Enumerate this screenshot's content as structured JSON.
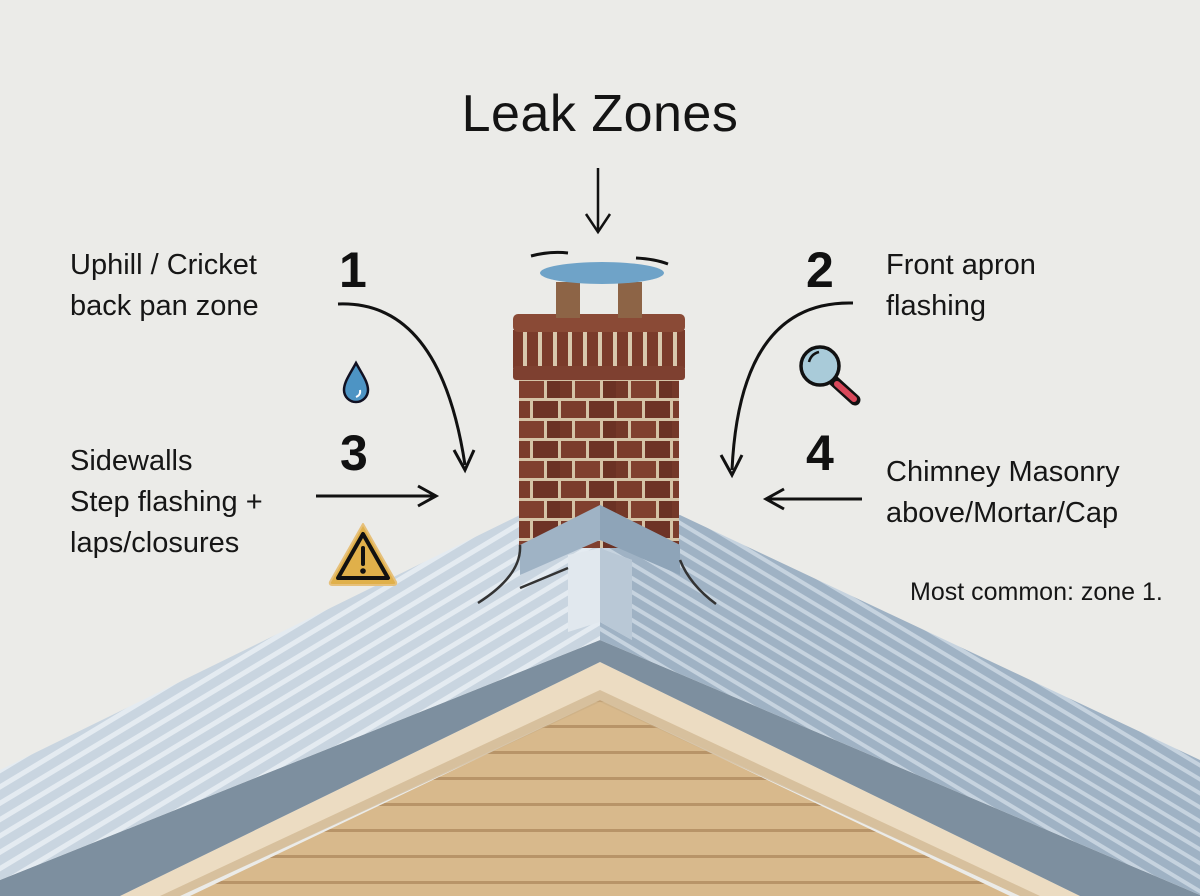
{
  "title": "Leak Zones",
  "zones": [
    {
      "number": "1",
      "line1": "Uphill / Cricket",
      "line2": "back pan zone",
      "line3": "",
      "icon": "water-drop-icon"
    },
    {
      "number": "2",
      "line1": "Front apron",
      "line2": "flashing",
      "line3": "",
      "icon": "magnifier-icon"
    },
    {
      "number": "3",
      "line1": "Sidewalls",
      "line2": "Step flashing +",
      "line3": "laps/closures",
      "icon": "warning-icon"
    },
    {
      "number": "4",
      "line1": "Chimney Masonry",
      "line2": "above/Mortar/Cap",
      "line3": "",
      "icon": ""
    }
  ],
  "note": "Most common: zone 1.",
  "colors": {
    "background": "#ebebe8",
    "brick": "#7a3a2a",
    "mortar": "#d9c9b0",
    "roof_light": "#c3d0dc",
    "roof_dark": "#8ea4b8",
    "fascia": "#ead9bf",
    "siding": "#d9b98a",
    "water": "#6fa3c8",
    "warning": "#e0b04a",
    "magnifier_handle": "#d94a5a"
  }
}
